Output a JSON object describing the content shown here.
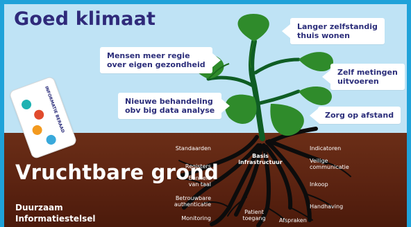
{
  "title": "Goed klimaat",
  "bubbles": {
    "left_1": "Mensen meer regie\nover eigen gezondheid",
    "left_2": "Nieuwe behandeling\nobv big data analyse",
    "right_1": "Langer zelfstandig\nthuis wonen",
    "right_2": "Zelf metingen\nuitvoeren",
    "right_3": "Zorg op afstand"
  },
  "ground": {
    "title": "Vruchtbare grond",
    "subtitle_line1": "Duurzaam",
    "subtitle_line2": "Informatiestelsel",
    "basis_line1": "Basis",
    "basis_line2": "infrastructuur",
    "left_labels": [
      "Standaarden",
      "Registers",
      "Eenheid\nvan taal",
      "Betrouwbare\nauthenticatie",
      "Monitoring"
    ],
    "center_labels": [
      "Patient\ntoegang",
      "Afspraken"
    ],
    "right_labels": [
      "Indicatoren",
      "Veilige\ncommunicatie",
      "Inkoop",
      "Handhaving"
    ]
  },
  "card": {
    "line1": "INFORMATIE",
    "line2": "BERAAD"
  },
  "colors": {
    "sky": "#bfe3f5",
    "soil": "#5b2311",
    "accent": "#2f2a7a",
    "leaf": "#2f8b2b",
    "frame": "#1fa2d9"
  }
}
